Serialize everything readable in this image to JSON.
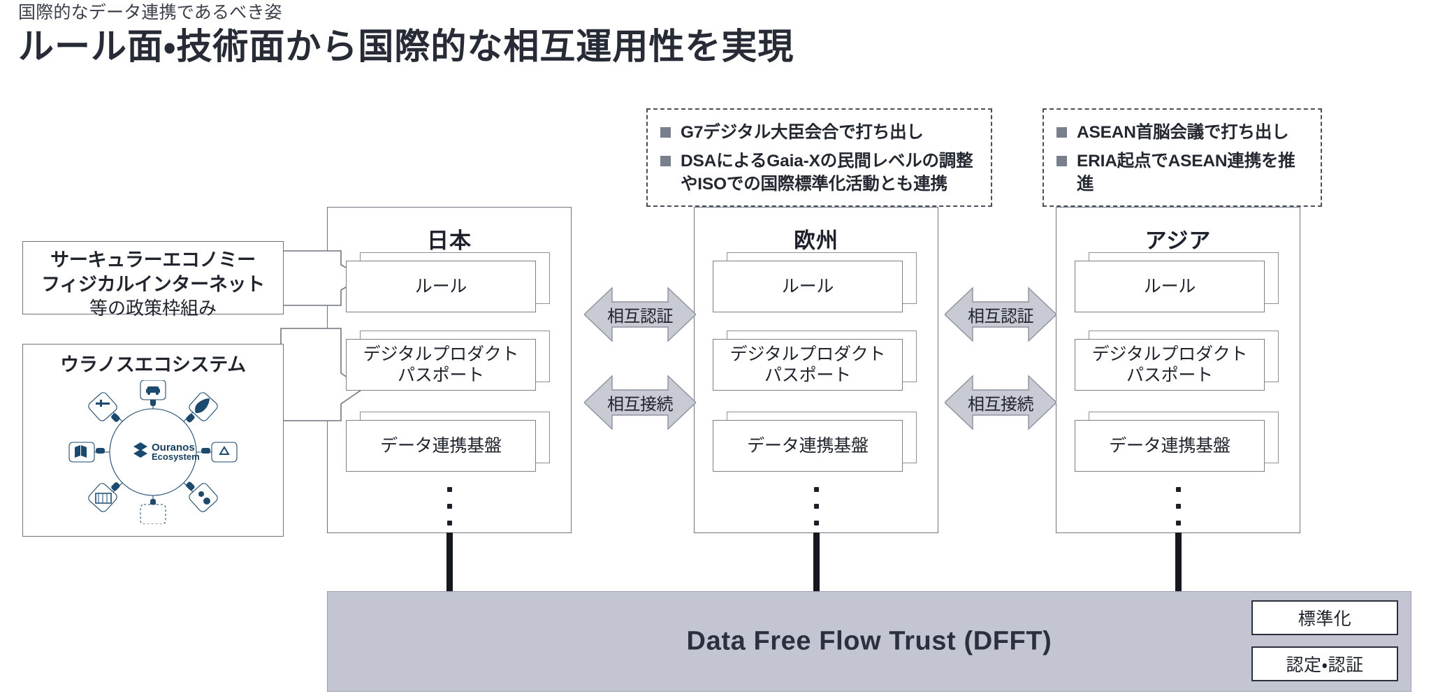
{
  "header": {
    "eyebrow": "国際的なデータ連携であるべき姿",
    "title": "ルール面・技術面から国際的な相互運用性を実現"
  },
  "notes": [
    {
      "id": "note-g7",
      "items": [
        "G7デジタル大臣会合で打ち出し",
        "DSAによるGaia-Xの民間レベルの調整やISOでの国際標準化活動とも連携"
      ]
    },
    {
      "id": "note-asean",
      "items": [
        "ASEAN首脳会議で打ち出し",
        "ERIA起点でASEAN連携を推進"
      ]
    }
  ],
  "left_panels": {
    "policy": {
      "line1": "サーキュラーエコノミー",
      "line2": "フィジカルインターネット",
      "line3": "等の政策枠組み"
    },
    "uranos": {
      "title": "ウラノスエコシステム",
      "center_line1": "Ouranos",
      "center_line2": "Ecosystem",
      "nodes": [
        "CAV",
        "Drone",
        "AI",
        "3D Map",
        "Recycle",
        "Battery",
        "Energy",
        "And More"
      ]
    }
  },
  "regions": [
    {
      "id": "region-jp",
      "title": "日本",
      "cards": [
        {
          "line1": "ルール",
          "line2": ""
        },
        {
          "line1": "デジタルプロダクト",
          "line2": "パスポート"
        },
        {
          "line1": "データ連携基盤",
          "line2": ""
        }
      ]
    },
    {
      "id": "region-eu",
      "title": "欧州",
      "cards": [
        {
          "line1": "ルール",
          "line2": ""
        },
        {
          "line1": "デジタルプロダクト",
          "line2": "パスポート"
        },
        {
          "line1": "データ連携基盤",
          "line2": ""
        }
      ]
    },
    {
      "id": "region-as",
      "title": "アジア",
      "cards": [
        {
          "line1": "ルール",
          "line2": ""
        },
        {
          "line1": "デジタルプロダクト",
          "line2": "パスポート"
        },
        {
          "line1": "データ連携基盤",
          "line2": ""
        }
      ]
    }
  ],
  "arrows": {
    "mutual_certification": "相互認証",
    "mutual_connection": "相互接続"
  },
  "foundation": {
    "label": "Data Free Flow Trust (DFFT)",
    "badges": [
      "標準化",
      "認定・認証"
    ]
  },
  "colors": {
    "foundation_bar": "#c3c5d2",
    "arrow_fill": "#c8cad4",
    "bullet_square": "#7a7f8c",
    "ink": "#262b35",
    "brand_navy": "#1c4a6e"
  }
}
